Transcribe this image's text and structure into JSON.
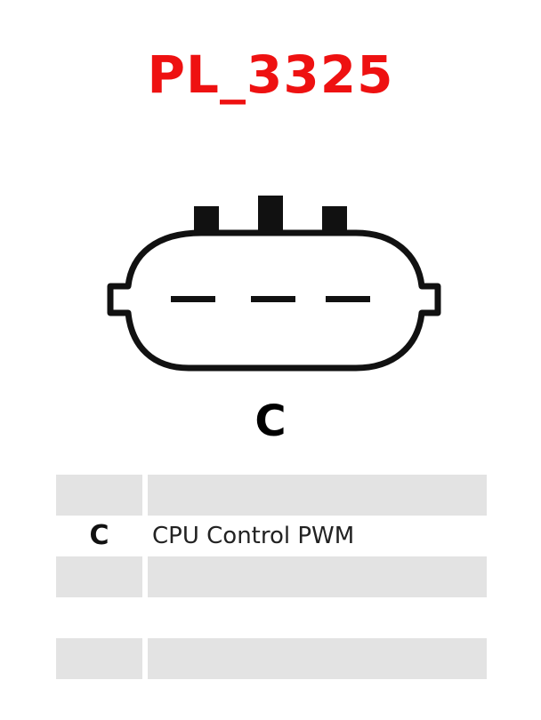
{
  "title": "PL_3325",
  "colors": {
    "title": "#ee1111",
    "outline": "#111111",
    "row_shade": "#e3e3e3"
  },
  "connector": {
    "label": "C",
    "pin_count": 3
  },
  "pin_table": {
    "rows": [
      {
        "code": "",
        "description": ""
      },
      {
        "code": "C",
        "description": "CPU Control PWM"
      },
      {
        "code": "",
        "description": ""
      },
      {
        "code": "",
        "description": ""
      },
      {
        "code": "",
        "description": ""
      }
    ]
  }
}
